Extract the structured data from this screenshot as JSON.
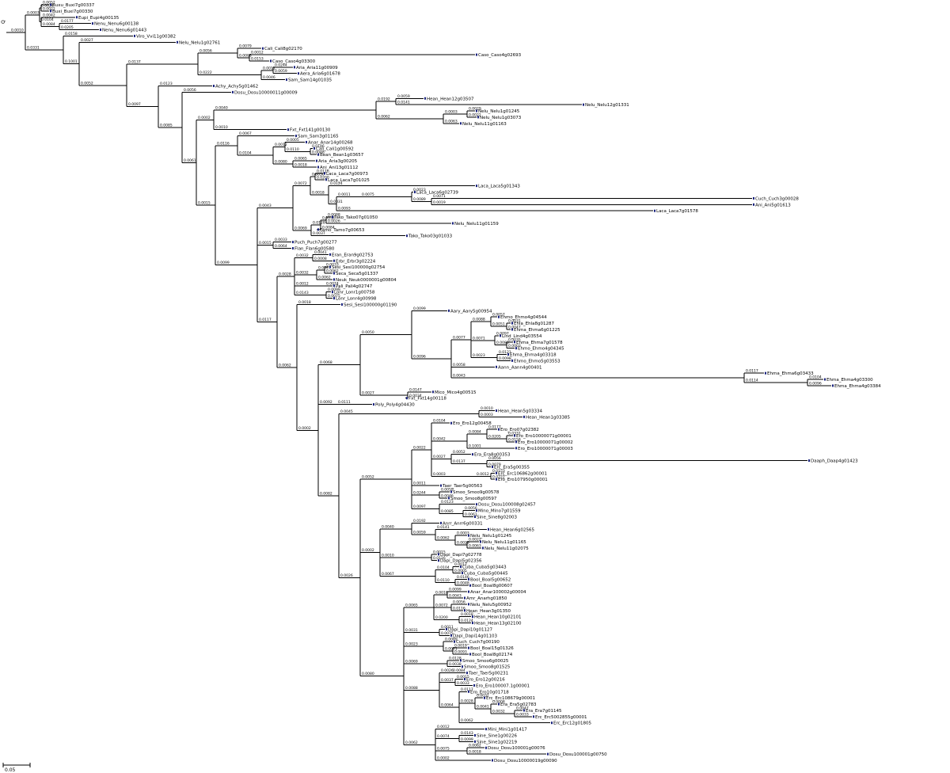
{
  "tree": {
    "root_label": "Q",
    "scale_bar_label": "0.05",
    "leaves": [
      "Buxu_Buxi7g00337",
      "Buxi_Buxi7g00330",
      "Eupi_Eupi4g00135",
      "Nenu_Nenu6g00138",
      "Nenu_Nenu6g01443",
      "Viro_Vvi11g00382",
      "Nelu_Nelu1g02761",
      "Cali_Cali8g02170",
      "Caso_Caso4g02693",
      "Caso_Caso4g03300",
      "Aria_Aria11g00909",
      "Aera_Aria6g01678",
      "Sam_Sam14g01035",
      "Achy_Achy5g01462",
      "Dosu_Dosu10000011g00009",
      "Hean_Hean12g03507",
      "Nelu_Nelu12g01331",
      "Nelu_Nelu1g01245",
      "Nelu_Nelu1g03073",
      "Nelu_Nelu11g01163",
      "Fxt_Fxt141g00130",
      "Sam_Sam3g01165",
      "Anar_Anar14g00268",
      "Cali_Cali1g00592",
      "Bean_Bean1g03657",
      "Aria_Aria3g00205",
      "Ani_Ani13g01112",
      "Laca_Laca7g00973",
      "Laca_Laca7g01025",
      "Laca_Laca5g01343",
      "Laca_Laca6g02739",
      "Cuch_Cuch3g00028",
      "Ani_Ani5g01613",
      "Laca_Laca7g01578",
      "Tako_Tako07g01050",
      "Nelu_Nelu11g01159",
      "Tamo_Tamo7g00653",
      "Tako_Tako03g01033",
      "Puch_Puch7g00277",
      "Flan_Flan6g00580",
      "Eran_Eran9g02753",
      "Erbr_Erbr3g02224",
      "Sesi_Sesi100000g02754",
      "Seca_Seca5g01337",
      "Neuk_Neuk0000001g00804",
      "Pali_Pali4g02747",
      "Lonr_Lonr1g00758",
      "Lonr_Lonr4g00998",
      "Sesi_Sesi100000g01190",
      "Aary_Aary5g00954",
      "Ehmo_Ehmo4g04544",
      "Ehla_Ehla8g01287",
      "Ehma_Ehma6g01225",
      "Lind_Lind4g03554",
      "Ehma_Ehma7g01578",
      "Ehmo_Ehmo4g04345",
      "Ehma_Ehma4g03318",
      "Ehmo_Ehmo5g03553",
      "Aann_Aann4g00401",
      "Ehma_Ehma6g03433",
      "Ehma_Ehma4g03300",
      "Ehma_Ehma4g03384",
      "Mico_Mico4g00515",
      "Fxt_Fxt14g00118",
      "Poly_Poly4g04430",
      "Hean_Hean5g03334",
      "Hean_Hean1g03385",
      "Ero_Ero12g00458",
      "Ero_Ero07g02382",
      "Ero_Ero10000071g00001",
      "Ero_Ero10000071g00002",
      "Ero_Ero10000071g00003",
      "Era_Era8g00353",
      "Daaph_Daap4g01423",
      "Erc_Era5g00355",
      "Erc_Erc106862g00001",
      "Ero_Ero107950g00001",
      "Taer_Taer5g00563",
      "Smoo_Smoo9g00578",
      "Smoo_Smoo8g00597",
      "Dosu_Dosu100008g02457",
      "Mino_Mino7g01559",
      "Sine_Sine8g02003",
      "Anrr_Anrr6g00331",
      "Hean_Hean6g02565",
      "Nelu_Nelu1g01245",
      "Nelu_Nelu11g01165",
      "Nelu_Nelu11g02075",
      "Dapi_Dapi7g02778",
      "Dapi_Dapi5g02356",
      "Cuba_Cuba5g03443",
      "Cuba_Cuba5g00445",
      "Bool_Boal5g00652",
      "Bool_Boal8g00607",
      "Anar_Anar100002g00004",
      "Amr_Anarhg01850",
      "Nelu_Nelu5g00952",
      "Hean_Hean3g01350",
      "Hean_Hean10g02101",
      "Hean_Hean13g02100",
      "Dapi_Dapi10g01127",
      "Dapi_Dapi14g01103",
      "Cuch_Cuch7g00190",
      "Bool_Boal15g01326",
      "Bool_Boal8g02174",
      "Smoo_Smoo6g00025",
      "Smoo_Smoo8g01525",
      "Taer_Taer5g00231",
      "Ero_Ero12g00216",
      "Ero_Ero100007.1g00001",
      "Ero_Ero10g01718",
      "Erc_Erc108679g00001",
      "Era_Era5g02783",
      "Era_Era7g01145",
      "Erc_Erc5002855g00001",
      "Erc_Erc12g01805",
      "Mini_Mini1g01417",
      "Sine_Sine1g00226",
      "Sine_Sine1g02219",
      "Dosu_Dosu100001g00076",
      "Dosu_Dosu100001g00750",
      "Dosu_Dosu10000019g00090"
    ],
    "branch_labels": [
      "0.0010",
      "0.0003",
      "0.0026",
      "0.0052",
      "0.0022",
      "0.0104",
      "0.0042",
      "0.0084",
      "0.0177",
      "0.0205",
      "0.0331",
      "0.0158",
      "0.1001",
      "0.0027",
      "0.0052",
      "0.0137",
      "0.0056",
      "0.0079",
      "0.0003",
      "0.0012",
      "0.0153",
      "0.0222",
      "0.0011",
      "0.0244",
      "0.0059",
      "0.0046",
      "0.0097",
      "0.0123",
      "0.0085",
      "0.0056",
      "0.0061",
      "0.0002",
      "0.0040",
      "0.0192",
      "0.0059",
      "0.0141",
      "0.0062",
      "0.0003",
      "0.0029",
      "0.0022",
      "0.0063",
      "0.0010",
      "0.0015",
      "0.0116",
      "0.0067",
      "0.0104",
      "0.0012",
      "0.0005",
      "0.0110",
      "0.0146",
      "0.0048",
      "0.0080",
      "0.0065",
      "0.0018",
      "0.0099",
      "0.0043",
      "0.0072",
      "0.0056",
      "0.0116",
      "0.0200",
      "0.0018",
      "0.0124",
      "0.0031",
      "0.0011",
      "0.0075",
      "0.0023",
      "0.0089",
      "0.0071",
      "0.0019",
      "0.0093",
      "0.0069",
      "0.0128",
      "0.0038",
      "0.0088",
      "0.0026",
      "0.0084",
      "0.0037",
      "0.0015",
      "0.0033",
      "0.0064",
      "0.0117",
      "0.0028",
      "0.0032",
      "0.0041",
      "0.0008",
      "0.0032",
      "0.0047",
      "0.0033",
      "0.0062",
      "0.0062",
      "0.0012",
      "0.0074",
      "0.0143",
      "0.0099",
      "0.0075",
      "0.0062",
      "0.0018",
      "0.0002",
      "0.0068",
      "0.0050",
      "0.0099",
      "0.0096",
      "0.0077",
      "0.0088",
      "0.0057",
      "0.0051",
      "0.0031",
      "0.0047",
      "0.0071",
      "0.0097",
      "0.0083",
      "0.0035",
      "0.0003",
      "0.0023",
      "0.0121",
      "0.0098",
      "0.0058",
      "0.0043",
      "0.0117",
      "0.0114",
      "0.0104",
      "0.0096",
      "0.0027",
      "0.0147",
      "0.0034",
      "0.0092",
      "0.0111",
      "0.0082",
      "0.0045"
    ]
  }
}
